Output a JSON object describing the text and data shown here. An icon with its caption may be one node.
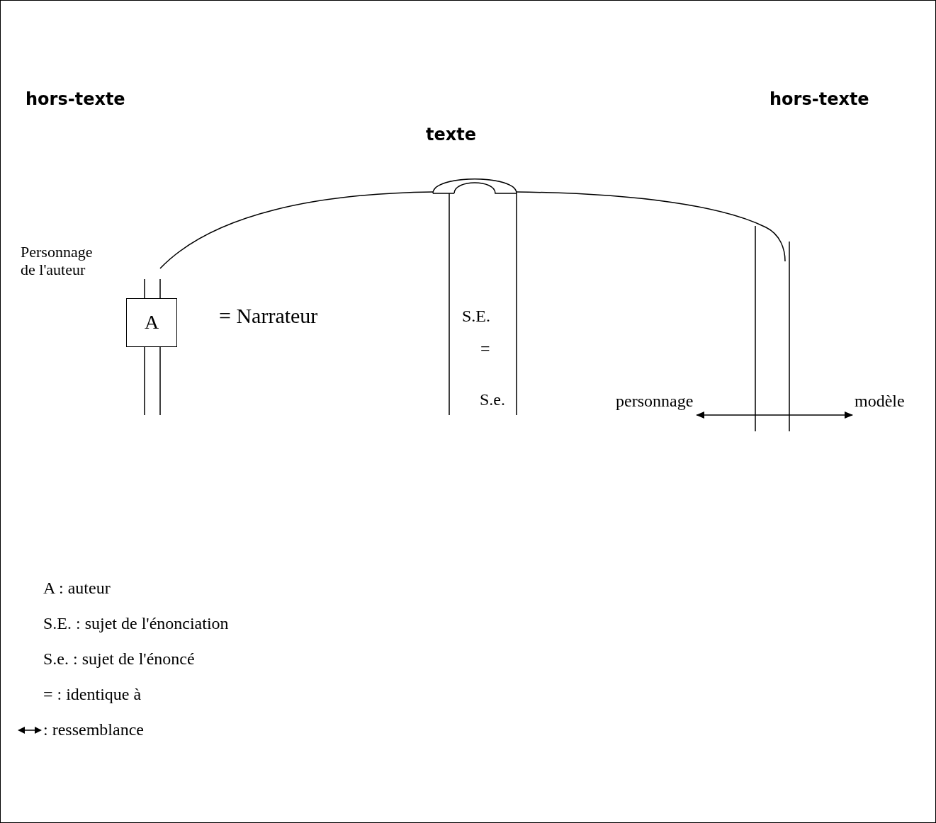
{
  "diagram": {
    "nodes": [
      {
        "text": [
          "A"
        ],
        "beside": [
          "Personnage de l'auteur"
        ]
      },
      {
        "text": [
          "personnage"
        ]
      },
      {
        "text": [
          "modèle"
        ]
      }
    ],
    "edges": [
      {
        "from": 1,
        "to": 2,
        "arrow": "both"
      }
    ],
    "labels": [
      "hors-texte",
      "hors-texte",
      "texte",
      "= Narrateur",
      "S.E.",
      "=",
      "S.e.",
      "A : auteur",
      "S.E. : sujet de l'énonciation",
      "S.e. : sujet de l'énoncé",
      "= : identique à"
    ],
    "legend": [
      {
        "text": ": ressemblance"
      }
    ]
  }
}
